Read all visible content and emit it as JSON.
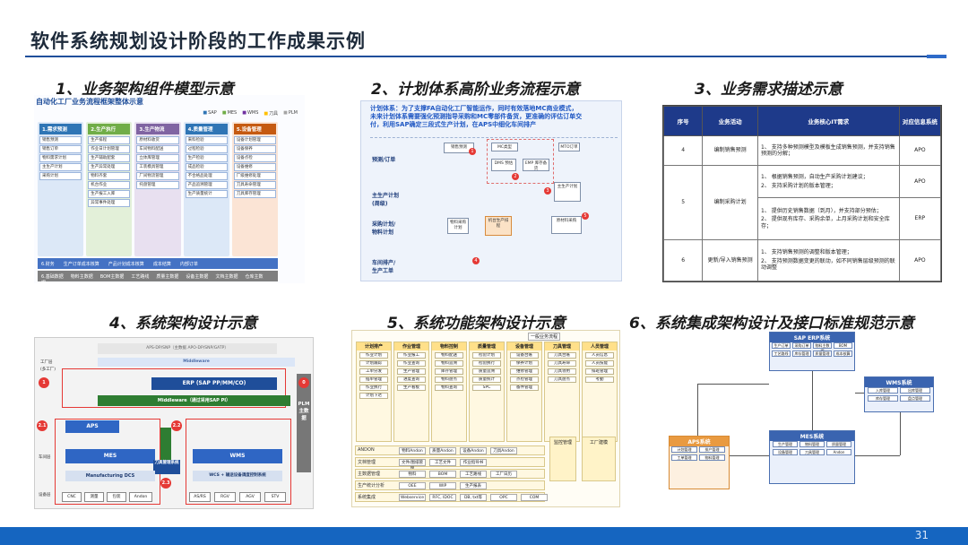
{
  "title": "软件系统规划设计阶段的工作成果示例",
  "captions": [
    "1、业务架构组件模型示意",
    "2、计划体系高阶业务流程示意",
    "3、业务需求描述示意",
    "4、系统架构设计示意",
    "5、系统功能架构设计示意",
    "6、系统集成架构设计及接口标准规范示意"
  ],
  "panel1": {
    "title": "自动化工厂业务流程框架整体示意",
    "legend": [
      "SAP",
      "MES",
      "WMS",
      "刀具",
      "PLM"
    ],
    "columns": [
      {
        "head": "1.需求预测",
        "items": [
          "销售预测",
          "销售订单",
          "物料需求计划",
          "主生产计划",
          "采购计划"
        ]
      },
      {
        "head": "2.生产执行",
        "items": [
          "生产排程",
          "作业日计划管理",
          "生产辅助配套",
          "生产异常处理",
          "物料齐套",
          "机台作业",
          "生产报工入库",
          "异常事件处理"
        ]
      },
      {
        "head": "3.生产物流",
        "items": [
          "原材料收货",
          "车间物料配送",
          "立体库管理",
          "工装模具管理",
          "厂间物流管理",
          "托盘管理"
        ]
      },
      {
        "head": "4.质量管理",
        "items": [
          "来料检验",
          "过程检验",
          "生产检验",
          "成品检验",
          "不合格品处理",
          "产品追溯管理",
          "生产质量统计"
        ]
      },
      {
        "head": "5.设备管理",
        "items": [
          "设备计划管理",
          "设备保养",
          "设备点检",
          "设备维修",
          "厂级维修处理",
          "刀具寿命管理",
          "刀具库存管理"
        ]
      }
    ],
    "finance_bar": [
      "6.财务",
      "生产订单成本核算",
      "产品计划成本核算",
      "成本结算",
      "内部订单"
    ],
    "master_bar": [
      "6.基础数据",
      "物料主数据",
      "BOM主数据",
      "工艺路线",
      "质量主数据",
      "设备主数据",
      "文档主数据",
      "仓库主数据"
    ]
  },
  "panel2": {
    "note_lines": [
      "计划体系：为了支撑FA自动化工厂智能运作，同时有效落地MC商业模式，",
      "未来计划体系需要强化预测指导采购和MC零部件备货，更准确的评估订单交",
      "付，利用SAP确定三段式生产计划，在APS中细化车间排产"
    ],
    "lanes": [
      "预测/订单",
      "主生产计划(周级)",
      "采购计划/物料计划",
      "车间排产/生产工单"
    ],
    "boxes": [
      "销售预测",
      "MC类型",
      "DMS 预估",
      "MTO订单",
      "主生产计划",
      "物料采购计划",
      "机台生产排程",
      "原材料采购",
      "EMP 库存备货"
    ],
    "markers": [
      "1",
      "2",
      "3",
      "4",
      "5"
    ]
  },
  "panel3": {
    "headers": [
      "序号",
      "业务活动",
      "业务核心IT需求",
      "对应信息系统"
    ],
    "rows": [
      {
        "no": "4",
        "activity": "编制销售预测",
        "reqs": [
          "1、 支持多种预测模型及模板生成销售预测，并支持销售预测的分解；"
        ],
        "system": "APO"
      },
      {
        "no": "5",
        "activity": "编制采购计划",
        "reqs": [
          "1、 根据销售预测，自动生产采购计划建议；",
          "2、 支持采购计划的版本管理；"
        ],
        "system": "APO"
      },
      {
        "no": "",
        "activity": "",
        "reqs": [
          "1、 提供历史销售数据（到月），并支持部分预估；",
          "2、 提供现有库存、采购余单，上月采购计划和安全库存；"
        ],
        "system": "ERP"
      },
      {
        "no": "6",
        "activity": "更新/导入销售预测",
        "reqs": [
          "1、 支持销售预测的调整和版本管理；",
          "2、 支持预测数据变更的联动，如不同销售层级预测的联动调整"
        ],
        "system": "APO"
      }
    ]
  },
  "panel4": {
    "top_bar": "APS-DP/SNP（主数据 APO-DP/SNP/GATP）",
    "middleware_top": "Middleware",
    "erp": "ERP (SAP PP/MM/CO)",
    "middleware_mid": "Middleware（通过采用SAP PI）",
    "plm": "PLM主数据",
    "aps": "APS",
    "mes": "MES",
    "wms": "WMS",
    "tool": "刀具管理系统",
    "dcs": "Manufacturing DCS",
    "wcs": "WCS + 输送设备调度控制系统",
    "devices_left": [
      "CNC",
      "测量",
      "包装",
      "Andon"
    ],
    "devices_right": [
      "AS/RS",
      "RGV",
      "AGV",
      "STV"
    ],
    "markers": [
      "1",
      "0",
      "2.1",
      "2.2",
      "2.3"
    ],
    "labels": [
      "工厂层",
      "(多工厂)",
      "车间层",
      "设备层"
    ]
  },
  "panel5": {
    "top_label": "一般业务流程",
    "column_heads": [
      "计划排产",
      "作业管理",
      "物料控制",
      "质量管理",
      "设备管理",
      "刀具管理",
      "人员管理"
    ],
    "column_items": [
      [
        "作业计划",
        "计划跟踪",
        "工单分发",
        "插单管理",
        "作业执行",
        "计划下达"
      ],
      [
        "作业报工",
        "作业查询",
        "生产管理",
        "进度查询",
        "生产看板"
      ],
      [
        "物料配送",
        "物料追溯",
        "库存管理",
        "物料盘点",
        "物料查询"
      ],
      [
        "检验计划",
        "检验执行",
        "质量追溯",
        "质量统计",
        "SPC"
      ],
      [
        "设备台账",
        "保养计划",
        "维修管理",
        "点检管理",
        "备件管理"
      ],
      [
        "刀具台账",
        "刀具寿命",
        "刀具领用",
        "刀具盘点"
      ],
      [
        "人员信息",
        "人员技能",
        "排班管理",
        "考勤"
      ]
    ],
    "rows": [
      {
        "label": "ANDON",
        "items": [
          "物料Andon",
          "质量Andon",
          "设备Andon",
          "刀具Andon"
        ]
      },
      {
        "label": "文档管理",
        "items": [
          "文件/图纸管理",
          "工艺文件",
          "作业指导书"
        ]
      },
      {
        "label": "主数据管理",
        "items": [
          "物料",
          "BOM",
          "工艺路线",
          "工厂日历"
        ]
      },
      {
        "label": "生产统计分析",
        "items": [
          "OEE",
          "WIP",
          "生产报表"
        ]
      },
      {
        "label": "系统集成",
        "items": [
          "Webservice",
          "RFC, IDOC",
          "DB, txt等",
          "OPC",
          "COM"
        ]
      }
    ],
    "side_items": [
      "监控管理",
      "工厂建模"
    ]
  },
  "panel6": {
    "erp_title": "SAP ERP系统",
    "wms_title": "WMS系统",
    "mes_title": "MES系统",
    "aps_title": "APS系统",
    "erp_cells": [
      "生产订单",
      "采购订单",
      "物料主数据",
      "BOM",
      "工艺路线",
      "库存管理",
      "质量管理",
      "成本核算"
    ],
    "wms_cells": [
      "入库管理",
      "出库管理",
      "库存管理",
      "盘点管理"
    ],
    "mes_cells": [
      "生产管理",
      "物料管理",
      "质量管理",
      "设备管理",
      "刀具管理",
      "Andon"
    ],
    "aps_cells": [
      "计划管理",
      "排产管理",
      "工单管理",
      "物料管理"
    ]
  },
  "page_number": "31",
  "colors": {
    "accent": "#1f4e9a",
    "footer": "#1565c0",
    "table_header": "#1e3a8a",
    "orange": "#e99a40"
  }
}
